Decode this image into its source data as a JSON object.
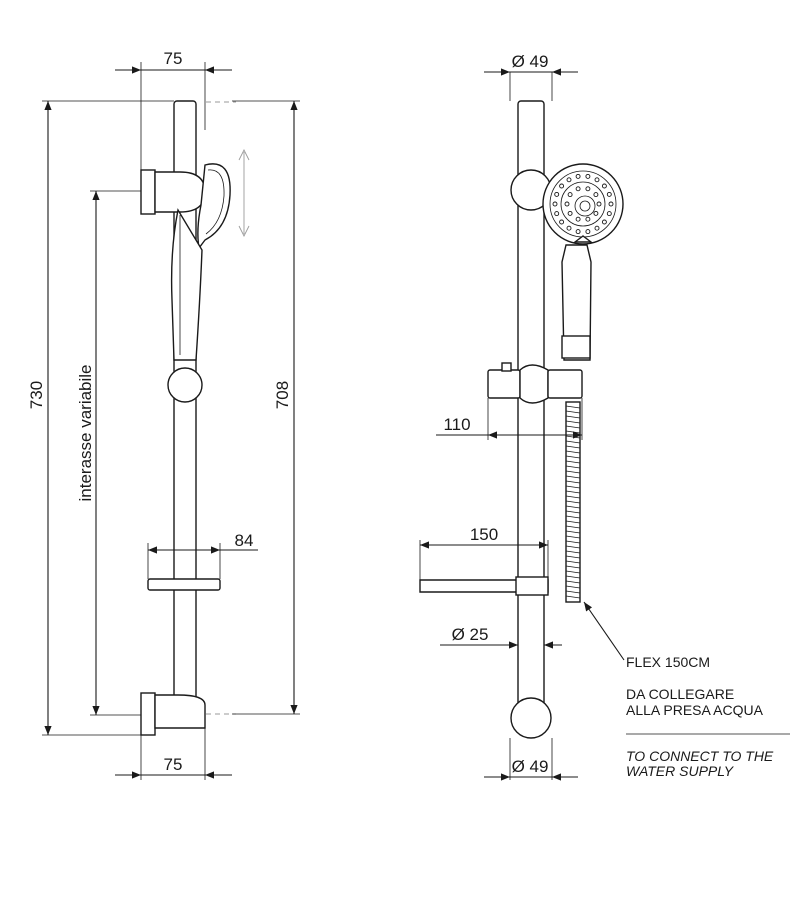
{
  "front_view": {
    "top_width": "75",
    "bottom_width": "75",
    "total_height": "730",
    "fixing_height": "708",
    "variable_spacing": "interasse variabile",
    "soap_dish_width": "84"
  },
  "side_view": {
    "top_diameter": "Ø 49",
    "bottom_diameter": "Ø 49",
    "holder_projection": "110",
    "soap_dish_depth": "150",
    "bar_diameter": "Ø 25",
    "hose_label": "FLEX 150CM",
    "note_it_line1": "DA COLLEGARE",
    "note_it_line2": "ALLA PRESA ACQUA",
    "note_en_line1": "TO CONNECT TO THE",
    "note_en_line2": "WATER SUPPLY"
  }
}
